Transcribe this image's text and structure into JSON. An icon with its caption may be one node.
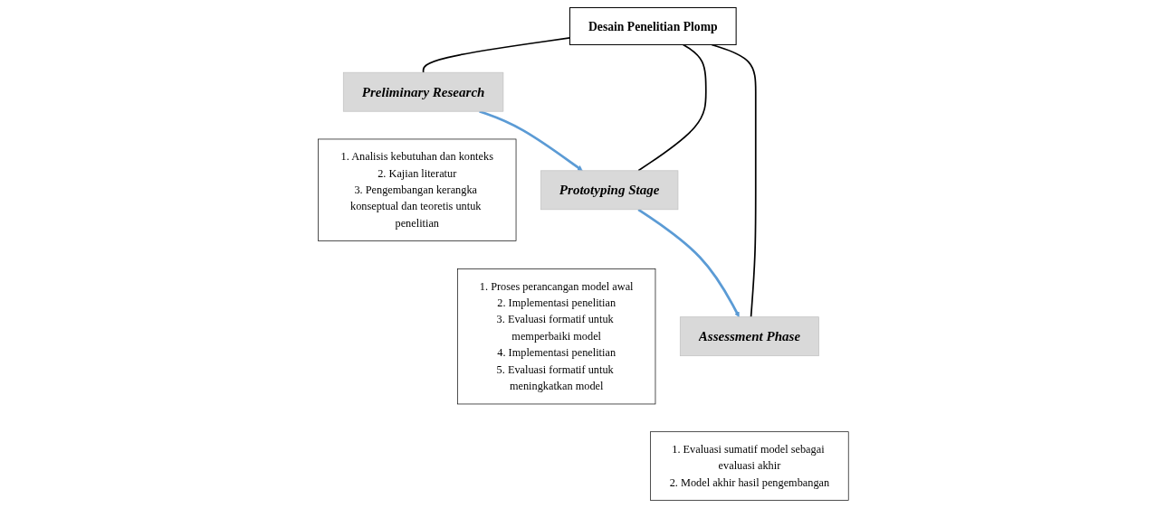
{
  "diagram": {
    "nodes": [
      {
        "text": [
          "Desain Penelitian Plomp"
        ]
      },
      {
        "text": [
          "Preliminary Research"
        ]
      },
      {
        "text": [
          "1. Analisis kebutuhan dan konteks",
          "2. Kajian literatur",
          "3. Pengembangan kerangka konseptual dan teoretis untuk penelitian"
        ]
      },
      {
        "text": [
          "Prototyping Stage"
        ]
      },
      {
        "text": [
          "1. Proses perancangan model awal",
          "2. Implementasi penelitian",
          "3. Evaluasi formatif untuk memperbaiki model",
          "4. Implementasi penelitian",
          "5. Evaluasi formatif untuk meningkatkan model"
        ]
      },
      {
        "text": [
          "Assessment Phase"
        ]
      },
      {
        "text": [
          "1. Evaluasi sumatif model sebagai evaluasi akhir",
          "2. Model akhir hasil pengembangan"
        ]
      }
    ],
    "edges": [
      {
        "from": 0,
        "to": 1,
        "arrow": "none"
      },
      {
        "from": 0,
        "to": 3,
        "arrow": "none"
      },
      {
        "from": 0,
        "to": 5,
        "arrow": "none"
      },
      {
        "from": 1,
        "to": 3,
        "arrow": "to",
        "color": "#5b9bd5"
      },
      {
        "from": 3,
        "to": 5,
        "arrow": "to",
        "color": "#5b9bd5"
      }
    ]
  }
}
